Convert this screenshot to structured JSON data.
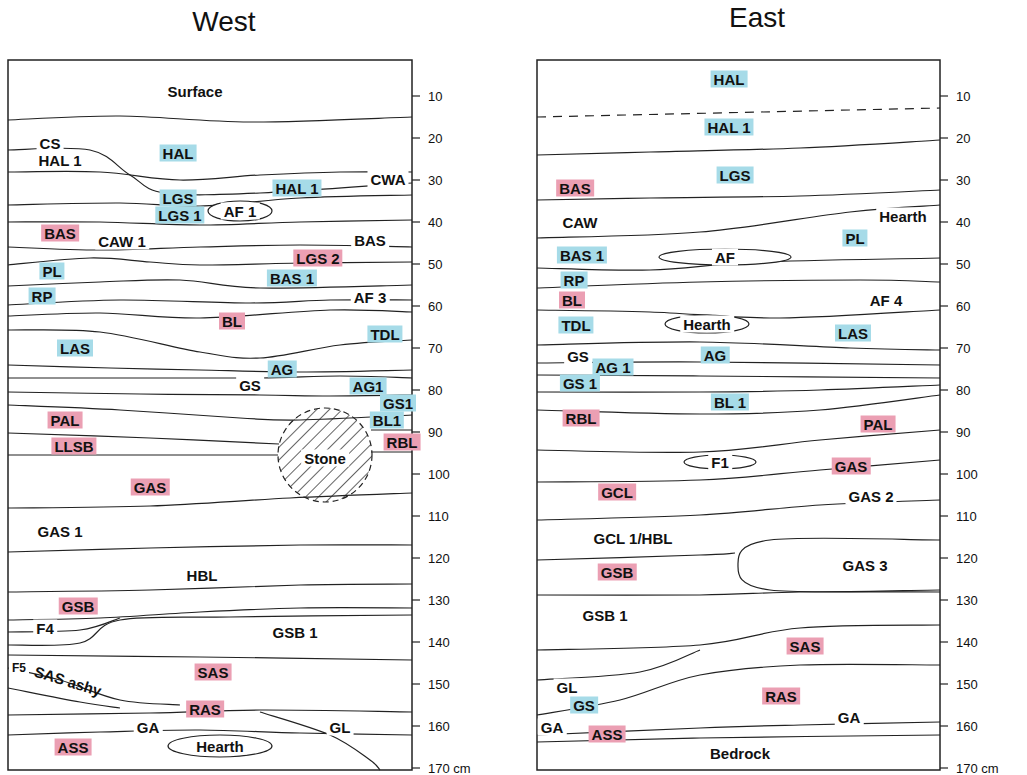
{
  "diagram": {
    "labels": [
      "West",
      "East",
      "Surface",
      "CS",
      "HAL 1",
      "HAL",
      "HAL 1",
      "CWA",
      "LGS",
      "LGS 1",
      "AF 1",
      "BAS",
      "CAW 1",
      "BAS",
      "LGS 2",
      "PL",
      "BAS 1",
      "RP",
      "AF 3",
      "BL",
      "TDL",
      "LAS",
      "AG",
      "GS",
      "AG1",
      "GS1",
      "BL1",
      "PAL",
      "RBL",
      "LLSB",
      "Stone",
      "GAS",
      "GAS 1",
      "HBL",
      "GSB",
      "F4",
      "GSB 1",
      "F5",
      "SAS ashy",
      "SAS",
      "RAS",
      "GA",
      "GL",
      "Hearth",
      "ASS",
      "10",
      "20",
      "30",
      "40",
      "50",
      "60",
      "70",
      "80",
      "90",
      "100",
      "110",
      "120",
      "130",
      "140",
      "150",
      "160",
      "170 cm",
      "HAL",
      "HAL 1",
      "LGS",
      "BAS",
      "CAW",
      "Hearth",
      "PL",
      "BAS 1",
      "AF",
      "RP",
      "BL",
      "AF 4",
      "TDL",
      "Hearth",
      "LAS",
      "GS",
      "AG 1",
      "AG",
      "GS 1",
      "BL 1",
      "RBL",
      "PAL",
      "F1",
      "GAS",
      "GCL",
      "GAS 2",
      "GCL 1/HBL",
      "GAS 3",
      "GSB",
      "GSB 1",
      "SAS",
      "RAS",
      "GL",
      "GS",
      "GA",
      "GA",
      "ASS",
      "Bedrock",
      "10",
      "20",
      "30",
      "40",
      "50",
      "60",
      "70",
      "80",
      "90",
      "100",
      "110",
      "120",
      "130",
      "140",
      "150",
      "160",
      "170 cm"
    ]
  }
}
